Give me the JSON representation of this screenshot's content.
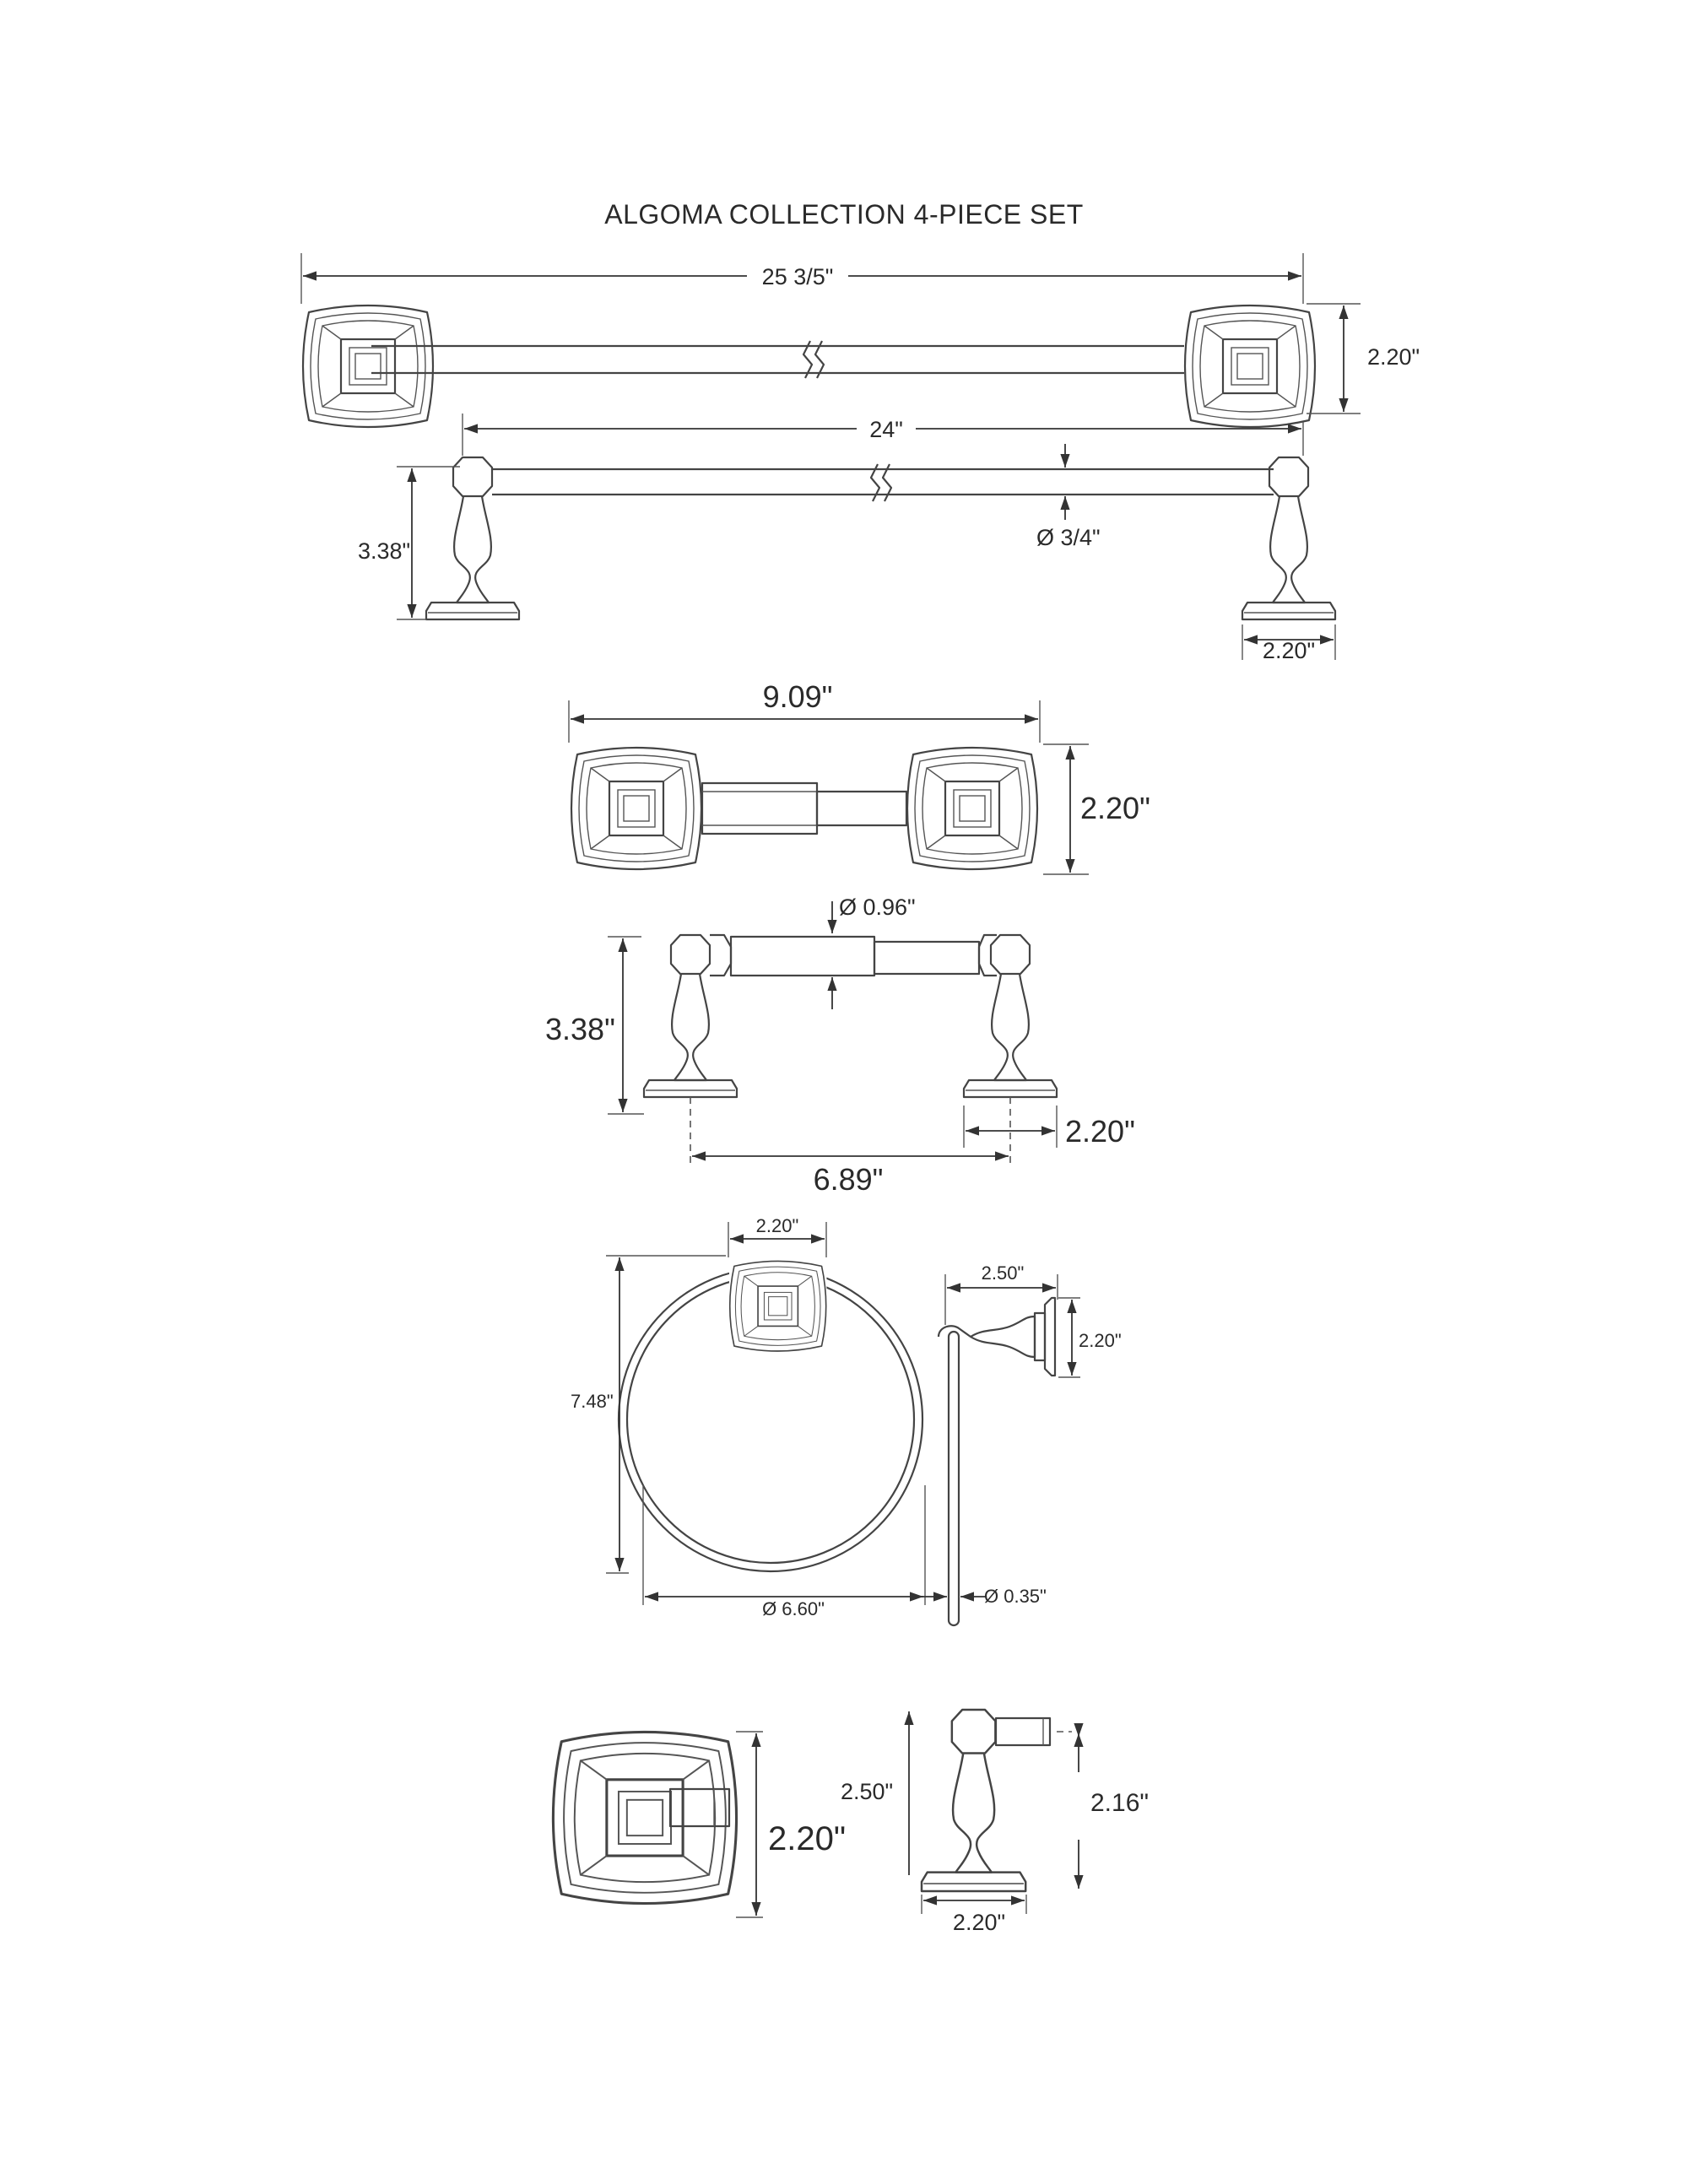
{
  "title": "ALGOMA COLLECTION 4-PIECE SET",
  "towel_bar": {
    "overall_width": "25 3/5\"",
    "rosette_height": "2.20\"",
    "bar_length": "24\"",
    "post_height": "3.38\"",
    "bar_diameter": "Ø 3/4\"",
    "base_width": "2.20\""
  },
  "paper_holder": {
    "overall_width": "9.09\"",
    "rosette_height": "2.20\"",
    "roller_diameter": "Ø 0.96\"",
    "post_height": "3.38\"",
    "base_width": "2.20\"",
    "post_spacing": "6.89\""
  },
  "towel_ring": {
    "rosette_width": "2.20\"",
    "overall_height": "7.48\"",
    "ring_diameter": "Ø 6.60\"",
    "projection": "2.50\"",
    "side_height": "2.20\"",
    "ring_thickness": "Ø 0.35\""
  },
  "robe_hook": {
    "rosette_height": "2.20\"",
    "projection": "2.50\"",
    "hook_height": "2.16\"",
    "base_width": "2.20\""
  }
}
